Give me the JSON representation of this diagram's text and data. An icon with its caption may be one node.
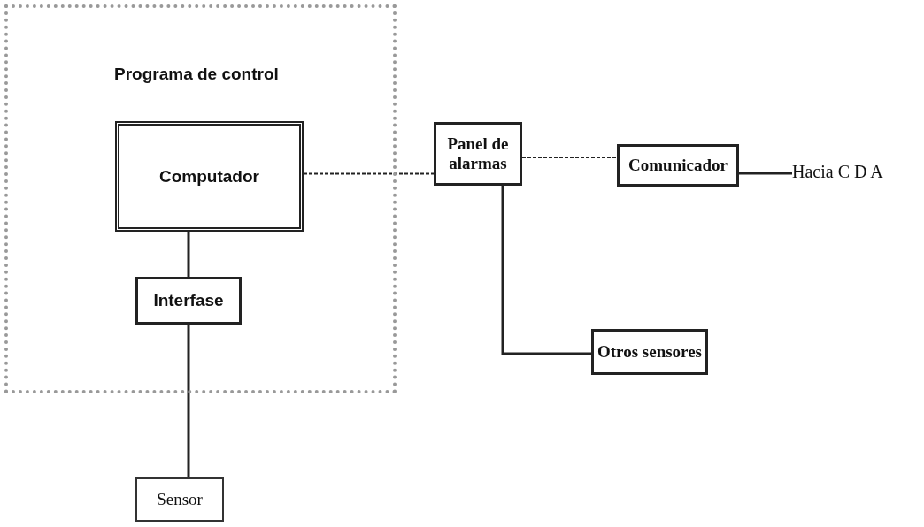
{
  "diagram": {
    "nodes": [
      {
        "text": [
          "Programa de control"
        ]
      },
      {
        "text": [
          "Computador"
        ],
        "in": 0
      },
      {
        "text": [
          "Interfase"
        ],
        "in": 0
      },
      {
        "text": [
          "Sensor"
        ]
      },
      {
        "text": [
          "Panel de alarmas"
        ]
      },
      {
        "text": [
          "Comunicador"
        ]
      },
      {
        "text": [
          "Otros sensores"
        ]
      },
      {
        "text": [
          "Hacia C D A"
        ]
      }
    ],
    "edges": [
      {
        "from": 1,
        "to": 2,
        "arrow": "none"
      },
      {
        "from": 2,
        "to": 3,
        "arrow": "none"
      },
      {
        "from": 1,
        "to": 4,
        "arrow": "none",
        "style": "dashed"
      },
      {
        "from": 4,
        "to": 5,
        "arrow": "none",
        "style": "dashed"
      },
      {
        "from": 5,
        "to": 7,
        "arrow": "none"
      },
      {
        "from": 4,
        "to": 6,
        "arrow": "none"
      }
    ]
  }
}
